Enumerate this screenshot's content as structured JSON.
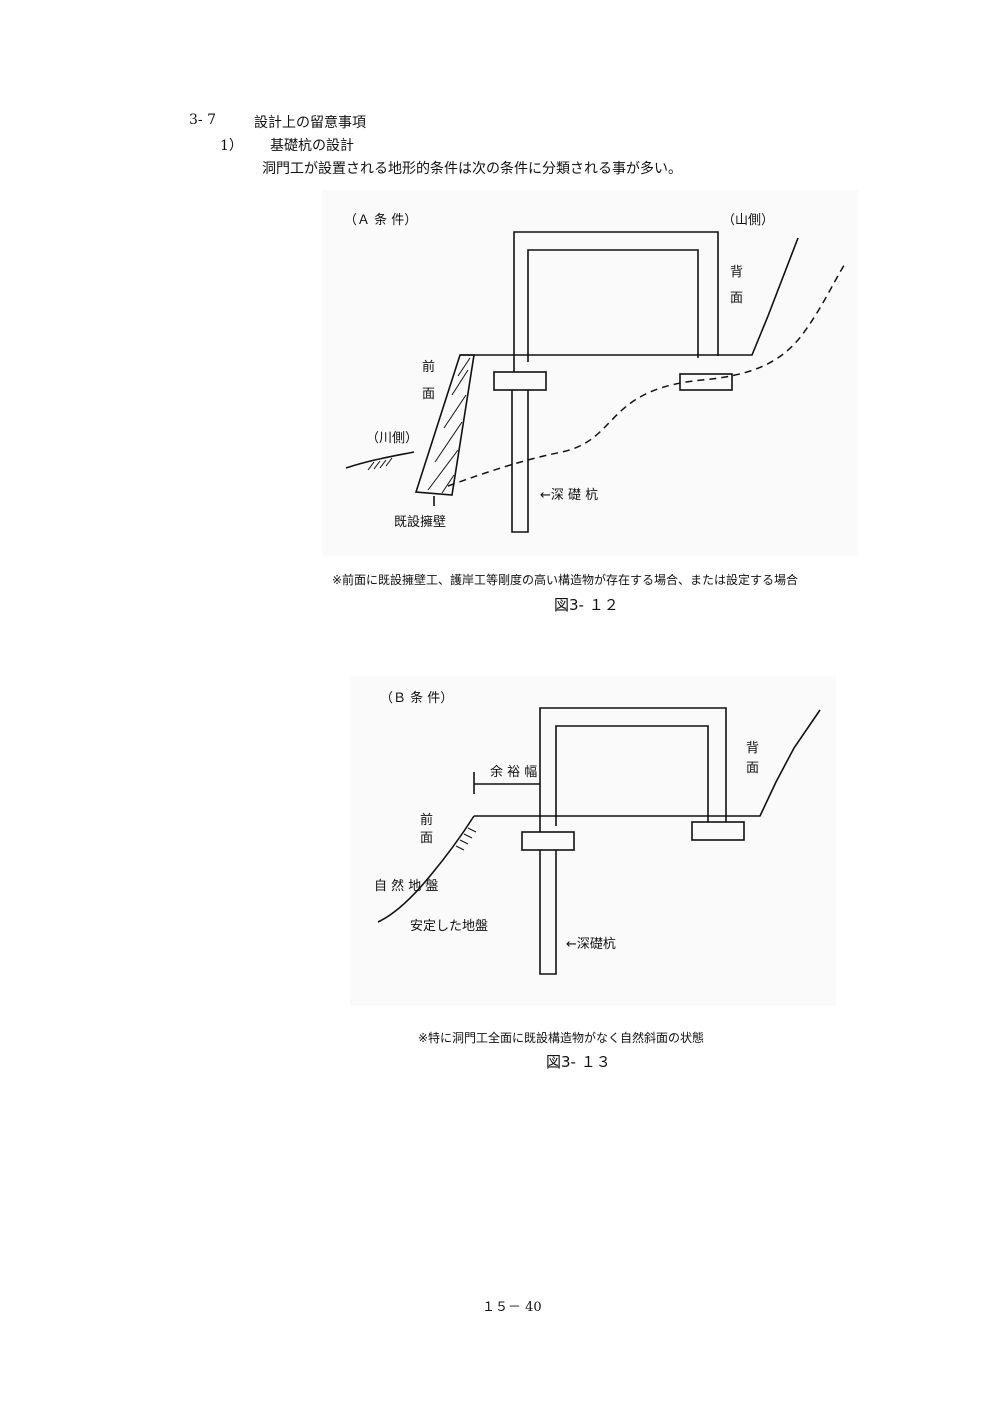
{
  "heading": {
    "section_number": "3- 7",
    "section_title": "設計上の留意事項",
    "sub_number": "1）",
    "sub_title": "基礎杭の設計",
    "intro": "洞門工が設置される地形的条件は次の条件に分類される事が多い。"
  },
  "figure12": {
    "condition": "（Ａ 条 件）",
    "mountain_side": "（山側）",
    "back_face": [
      "背",
      "面"
    ],
    "front_face": [
      "前",
      "面"
    ],
    "river_side": "（川側）",
    "deep_pile": "←深 礎 杭",
    "retaining_wall": "既設擁壁",
    "note": "※前面に既設擁壁工、護岸工等剛度の高い構造物が存在する場合、または設定する場合",
    "caption": "図3- １２"
  },
  "figure13": {
    "condition": "（Ｂ 条 件）",
    "back_face": [
      "背",
      "面"
    ],
    "margin_width": "余 裕 幅",
    "front_face": [
      "前",
      "面"
    ],
    "natural_ground": "自 然 地 盤",
    "stable_ground": "安定した地盤",
    "deep_pile": "←深礎杭",
    "note": "※特に洞門工全面に既設構造物がなく自然斜面の状態",
    "caption": "図3- １３"
  },
  "footer": {
    "page_number": "１５－ 40"
  }
}
